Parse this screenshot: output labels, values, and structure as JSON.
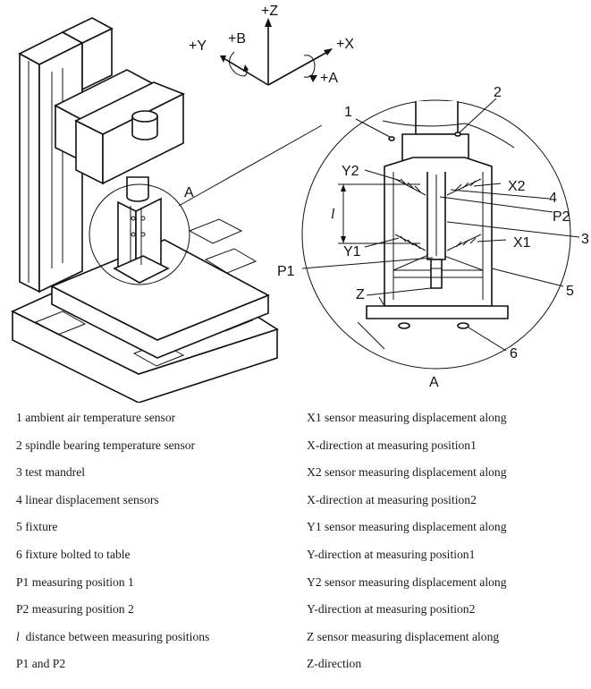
{
  "axes": {
    "z": "+Z",
    "y": "+Y",
    "b": "+B",
    "x": "+X",
    "a": "+A"
  },
  "callouts": {
    "detail": "A",
    "detail_caption": "A",
    "n1": "1",
    "n2": "2",
    "n3": "3",
    "n4": "4",
    "n5": "5",
    "n6": "6",
    "x1": "X1",
    "x2": "X2",
    "y1": "Y1",
    "y2": "Y2",
    "p1": "P1",
    "p2": "P2",
    "z": "Z",
    "l": "l"
  },
  "legend": {
    "left": [
      "1 ambient air temperature sensor",
      "2 spindle bearing temperature sensor",
      "3 test mandrel",
      "4 linear displacement sensors",
      "5 fixture",
      "6 fixture bolted to table",
      "P1 measuring position 1",
      "P2 measuring position 2",
      "distance between measuring positions",
      "P1 and P2"
    ],
    "left_symbol": "l",
    "right": [
      "X1 sensor measuring displacement along",
      "X-direction at measuring position1",
      "X2 sensor measuring displacement along",
      "X-direction at measuring position2",
      "Y1 sensor measuring displacement along",
      "Y-direction at measuring position1",
      "Y2 sensor measuring displacement along",
      "Y-direction at measuring position2",
      "Z  sensor measuring displacement along",
      "Z-direction"
    ]
  }
}
